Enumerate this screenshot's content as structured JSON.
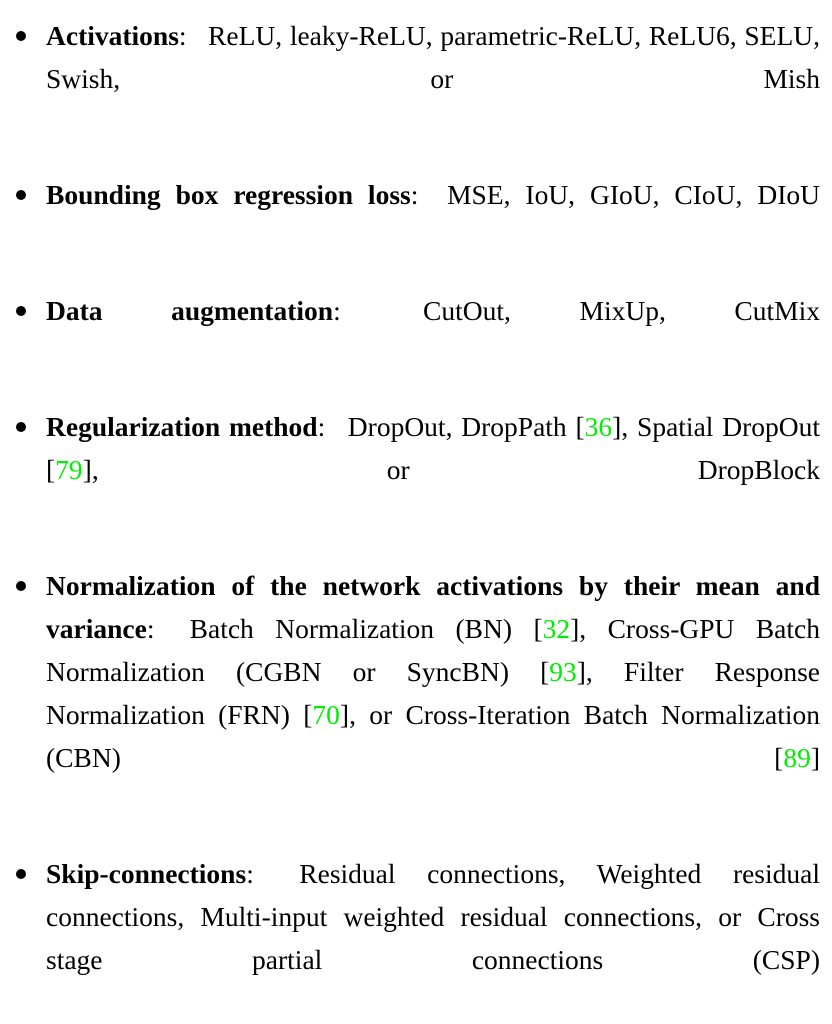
{
  "document": {
    "type": "paper-excerpt",
    "text_color": "#000000",
    "citation_color": "#00ee00",
    "background_color": "#ffffff",
    "bullet_glyph": "•"
  },
  "bullets": [
    {
      "id": "activations",
      "lead": "Activations",
      "separator": ":",
      "body": "ReLU, leaky-ReLU, parametric-ReLU, ReLU6, SELU, Swish, or Mish",
      "citations": []
    },
    {
      "id": "bounding-box-regression-loss",
      "lead": "Bounding box regression loss",
      "separator": ":",
      "body": "MSE, IoU, GIoU, CIoU, DIoU",
      "citations": []
    },
    {
      "id": "data-augmentation",
      "lead": "Data augmentation",
      "separator": ":",
      "body": "CutOut, MixUp, CutMix",
      "citations": []
    },
    {
      "id": "regularization-method",
      "lead": "Regularization method",
      "separator": ":",
      "body_parts": [
        {
          "kind": "text",
          "value": "DropOut, DropPath "
        },
        {
          "kind": "bracket",
          "value": "["
        },
        {
          "kind": "citation",
          "value": "36"
        },
        {
          "kind": "bracket",
          "value": "]"
        },
        {
          "kind": "text",
          "value": ", Spatial DropOut "
        },
        {
          "kind": "bracket",
          "value": "["
        },
        {
          "kind": "citation",
          "value": "79"
        },
        {
          "kind": "bracket",
          "value": "]"
        },
        {
          "kind": "text",
          "value": ", or DropBlock"
        }
      ],
      "citations": [
        "36",
        "79"
      ]
    },
    {
      "id": "normalization",
      "lead": "Normalization of the network activations by their mean and variance",
      "separator": ":",
      "body_parts": [
        {
          "kind": "text",
          "value": "Batch Normalization (BN) "
        },
        {
          "kind": "bracket",
          "value": "["
        },
        {
          "kind": "citation",
          "value": "32"
        },
        {
          "kind": "bracket",
          "value": "]"
        },
        {
          "kind": "text",
          "value": ", Cross-GPU Batch Normalization (CGBN or SyncBN) "
        },
        {
          "kind": "bracket",
          "value": "["
        },
        {
          "kind": "citation",
          "value": "93"
        },
        {
          "kind": "bracket",
          "value": "]"
        },
        {
          "kind": "text",
          "value": ", Filter Response Normalization (FRN) "
        },
        {
          "kind": "bracket",
          "value": "["
        },
        {
          "kind": "citation",
          "value": "70"
        },
        {
          "kind": "bracket",
          "value": "]"
        },
        {
          "kind": "text",
          "value": ", or Cross-Iteration Batch Normalization (CBN) "
        },
        {
          "kind": "bracket",
          "value": "["
        },
        {
          "kind": "citation",
          "value": "89"
        },
        {
          "kind": "bracket",
          "value": "]"
        }
      ],
      "citations": [
        "32",
        "93",
        "70",
        "89"
      ]
    },
    {
      "id": "skip-connections",
      "lead": "Skip-connections",
      "separator": ":",
      "body": "Residual connections, Weighted residual connections, Multi-input weighted residual connections, or Cross stage partial connections (CSP)",
      "citations": []
    }
  ]
}
